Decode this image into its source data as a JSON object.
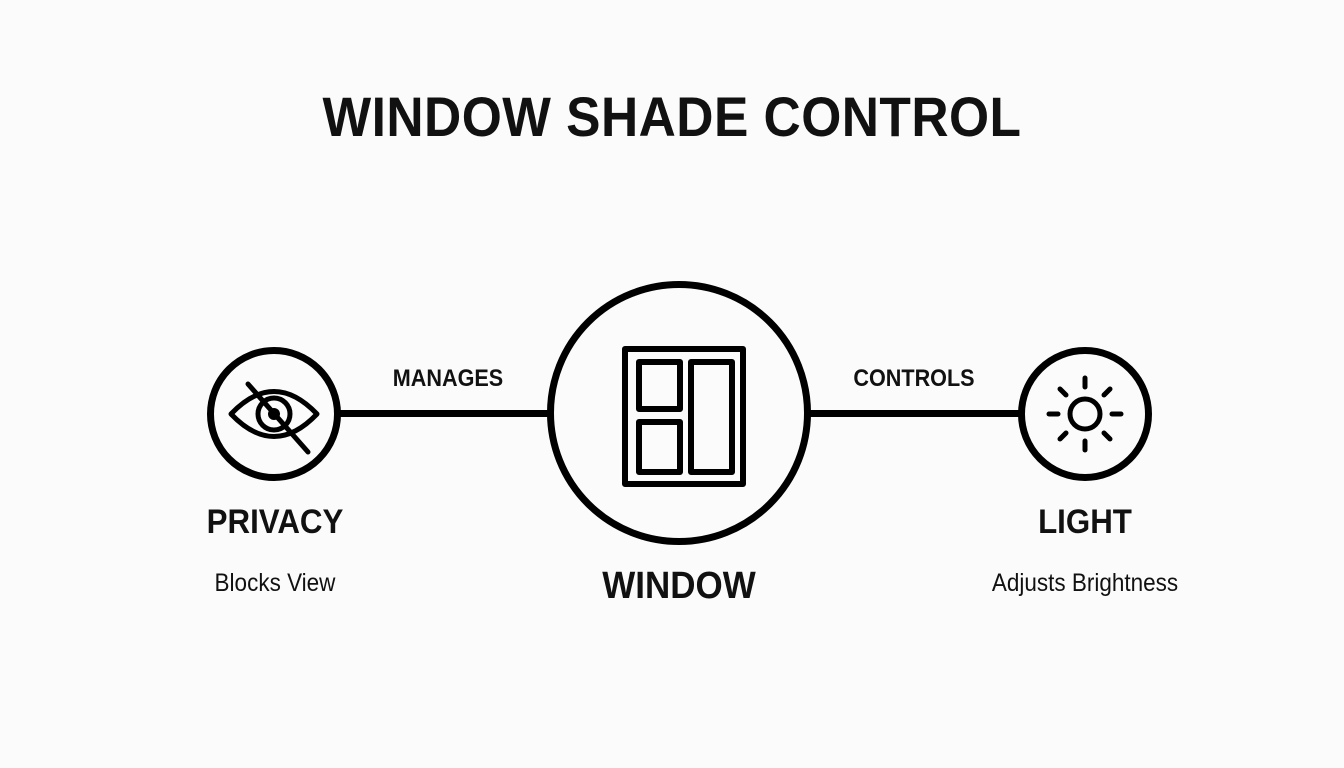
{
  "title": "WINDOW SHADE CONTROL",
  "colors": {
    "background": "#fbfbfb",
    "stroke": "#000000",
    "text": "#111111"
  },
  "nodes": [
    {
      "id": "privacy",
      "label": "PRIVACY",
      "sublabel": "Blocks View",
      "icon": "eye-slash-icon"
    },
    {
      "id": "window",
      "label": "WINDOW",
      "sublabel": "",
      "icon": "window-pane-icon"
    },
    {
      "id": "light",
      "label": "LIGHT",
      "sublabel": "Adjusts Brightness",
      "icon": "sun-icon"
    }
  ],
  "edges": [
    {
      "from": "window",
      "to": "privacy",
      "label": "MANAGES"
    },
    {
      "from": "window",
      "to": "light",
      "label": "CONTROLS"
    }
  ]
}
